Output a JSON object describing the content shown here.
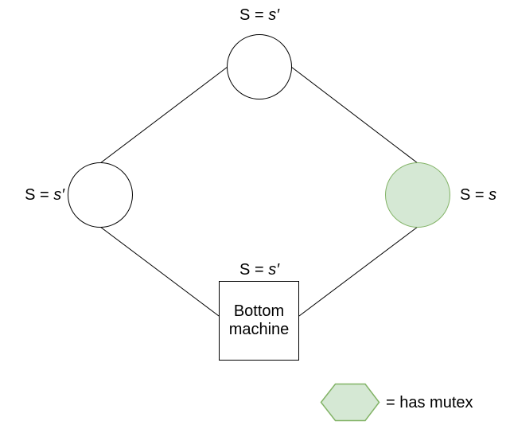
{
  "diagram": {
    "nodes": {
      "top_state": {
        "type": "circle",
        "label_prefix": "S = ",
        "label_var": "s′",
        "has_mutex": false
      },
      "left_state": {
        "type": "circle",
        "label_prefix": "S = ",
        "label_var": "s′",
        "has_mutex": false
      },
      "right_state": {
        "type": "circle",
        "label_prefix": "S = ",
        "label_var": "s",
        "has_mutex": true
      },
      "bottom_machine": {
        "type": "rectangle",
        "label_prefix": "S = ",
        "label_var": "s′",
        "body_text": "Bottom machine"
      }
    },
    "edges": [
      {
        "from": "top_state",
        "to": "left_state"
      },
      {
        "from": "top_state",
        "to": "right_state"
      },
      {
        "from": "left_state",
        "to": "bottom_machine"
      },
      {
        "from": "right_state",
        "to": "bottom_machine"
      }
    ]
  },
  "legend": {
    "symbol": "hexagon-icon",
    "label": "= has mutex"
  },
  "colors": {
    "mutex_fill": "#d5e8d4",
    "mutex_stroke": "#82b366",
    "line": "#000000",
    "background": "#ffffff"
  }
}
